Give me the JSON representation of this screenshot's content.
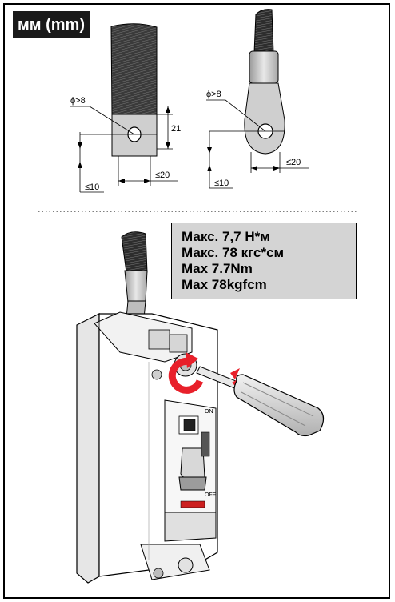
{
  "unit_badge": "мм (mm)",
  "terminal_bar": {
    "hole_label": "ϕ>8",
    "height_label": "21",
    "width_label": "≤20",
    "edge_label": "≤10"
  },
  "terminal_lug": {
    "hole_label": "ϕ>8",
    "width_label": "≤20",
    "edge_label": "≤10"
  },
  "torque": {
    "lines": [
      "Макс. 7,7 Н*м",
      "Макс. 78 кгс*см",
      "Max 7.7Nm",
      "Max 78kgfcm"
    ]
  },
  "breaker": {
    "on_label": "ON",
    "off_label": "OFF",
    "brand_label": "",
    "colors": {
      "arrow": "#e8202a",
      "body": "#ffffff",
      "shade": "#c8c8c8",
      "dark": "#222222"
    }
  }
}
